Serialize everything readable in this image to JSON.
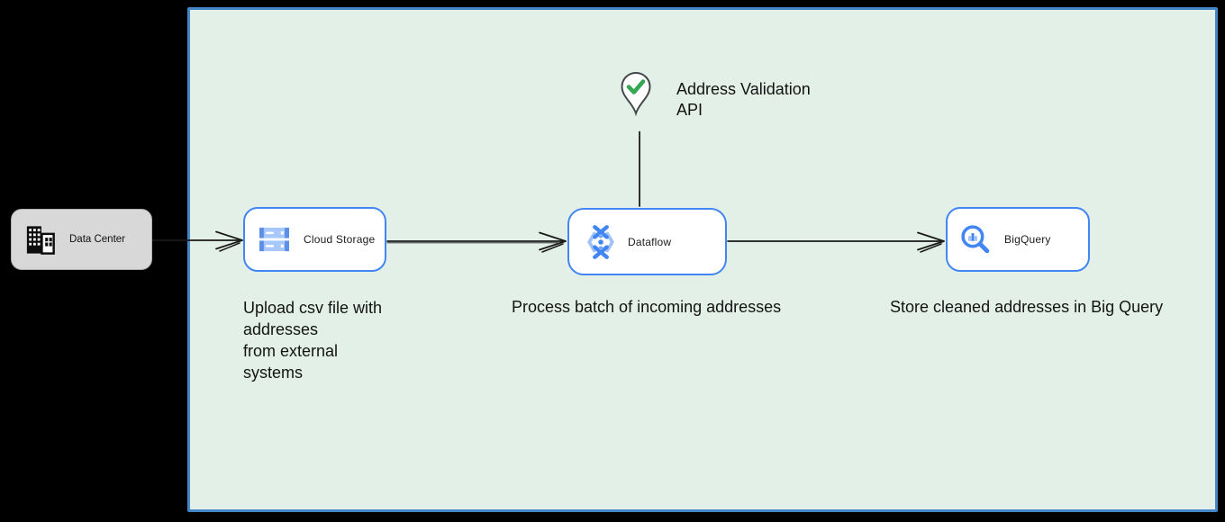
{
  "colors": {
    "canvas_bg": "#000000",
    "zone_fill": "#E3F0E8",
    "zone_border": "#4586C6",
    "node_border": "#4285F4",
    "node_fill": "#FFFFFF",
    "external_card_fill": "#D8D8D8",
    "icon_blue": "#4285F4",
    "icon_blue_light": "#A8C7FA",
    "check_green": "#34A853",
    "connector_black": "#1A1A1A"
  },
  "external": {
    "data_center": {
      "label": "Data Center",
      "icon": "building-icon"
    }
  },
  "zone": {
    "api": {
      "icon": "map-pin-check-icon",
      "label": "Address Validation\nAPI"
    },
    "nodes": [
      {
        "id": "cloud-storage",
        "icon": "cloud-storage-icon",
        "label": "Cloud Storage",
        "caption": "Upload csv file with\naddresses\nfrom external\nsystems"
      },
      {
        "id": "dataflow",
        "icon": "dataflow-icon",
        "label": "Dataflow",
        "caption": "Process batch of incoming addresses"
      },
      {
        "id": "bigquery",
        "icon": "bigquery-icon",
        "label": "BigQuery",
        "caption": "Store cleaned addresses in Big Query"
      }
    ],
    "flow": [
      "Data Center",
      "Cloud Storage",
      "Dataflow",
      "BigQuery"
    ]
  }
}
